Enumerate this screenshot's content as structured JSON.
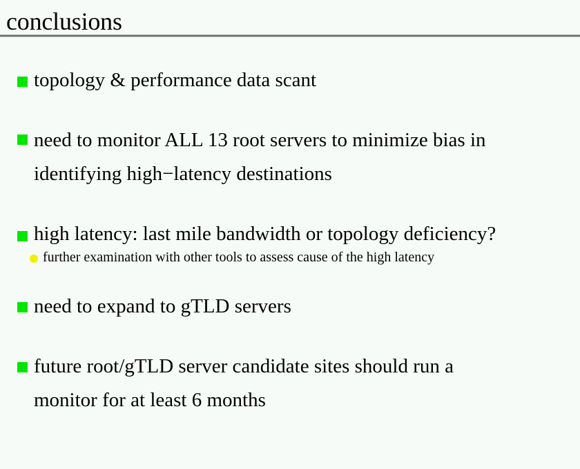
{
  "slide": {
    "title": "conclusions",
    "colors": {
      "background": "#f7fbf7",
      "bullet_square": "#00e600",
      "sub_bullet_dot": "#f0f000"
    },
    "bullets": [
      {
        "lines": [
          "topology & performance data scant"
        ]
      },
      {
        "lines": [
          "need to monitor ALL 13 root servers to minimize bias in",
          "identifying high−latency destinations"
        ]
      },
      {
        "lines": [
          "high latency: last mile bandwidth or topology deficiency?"
        ],
        "sub": "further examination with other tools to assess cause of the high latency"
      },
      {
        "lines": [
          "need to expand to gTLD servers"
        ]
      },
      {
        "lines": [
          "future root/gTLD server candidate sites should run a",
          "monitor for at least 6 months"
        ]
      }
    ]
  }
}
